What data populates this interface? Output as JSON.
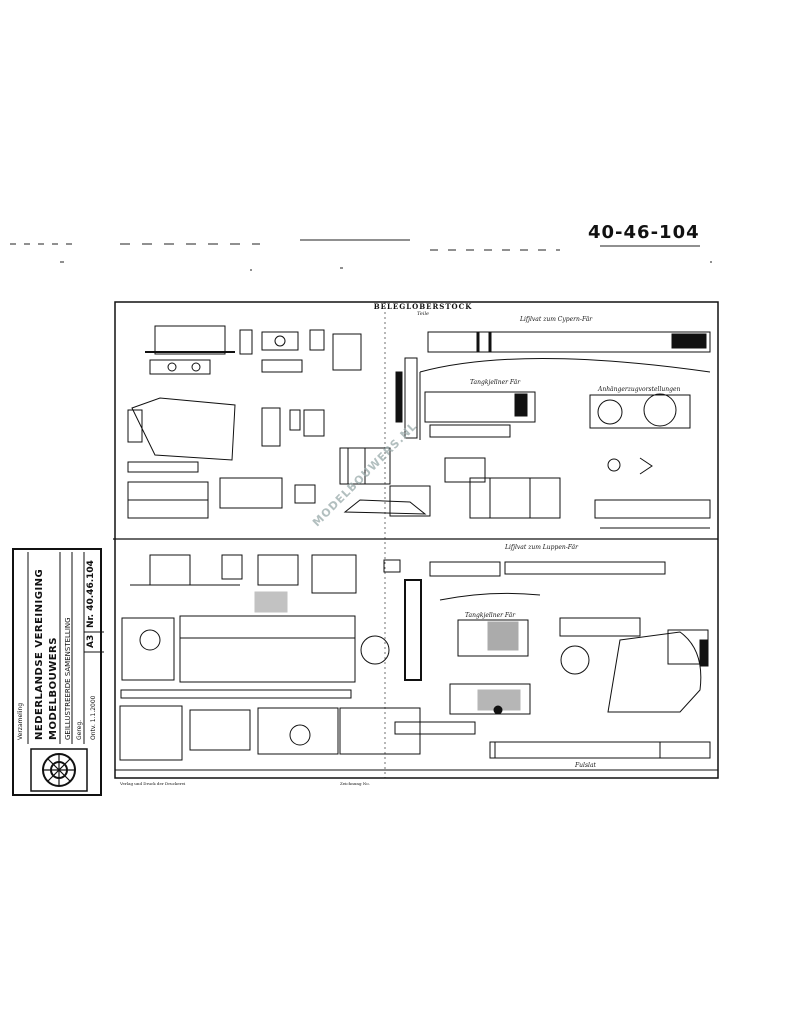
{
  "handwritten_number": "40-46-104",
  "sheet": {
    "title": "BELEGLOBERSTOCK",
    "subtitle": "Teile"
  },
  "part_labels": [
    "Lifjlvat zum Cypern-Fär",
    "Lifjlvat zum Luppen-Fär",
    "Tangkjellner Fär",
    "Tangkjellner Fär",
    "Anhängerzugvorstellungen",
    "Fulslat"
  ],
  "stamp": {
    "org_line1": "NEDERLANDSE VEREINIGING",
    "org_line2": "MODELBOUWERS",
    "top_line": "Verzameling",
    "collection": "GEILLUSTREERDE SAMENSTELLING",
    "meta": "Gereg.",
    "date": "Ontv. 1.1.2000",
    "size": "A3",
    "number": "Nr. 40.46.104",
    "logo_icon": "nvm-logo-icon"
  },
  "watermark": "MODELBOUWERS.NL",
  "footer": {
    "left": "Verlag und Druck der Druckerei",
    "center": "Zeichnung No."
  }
}
